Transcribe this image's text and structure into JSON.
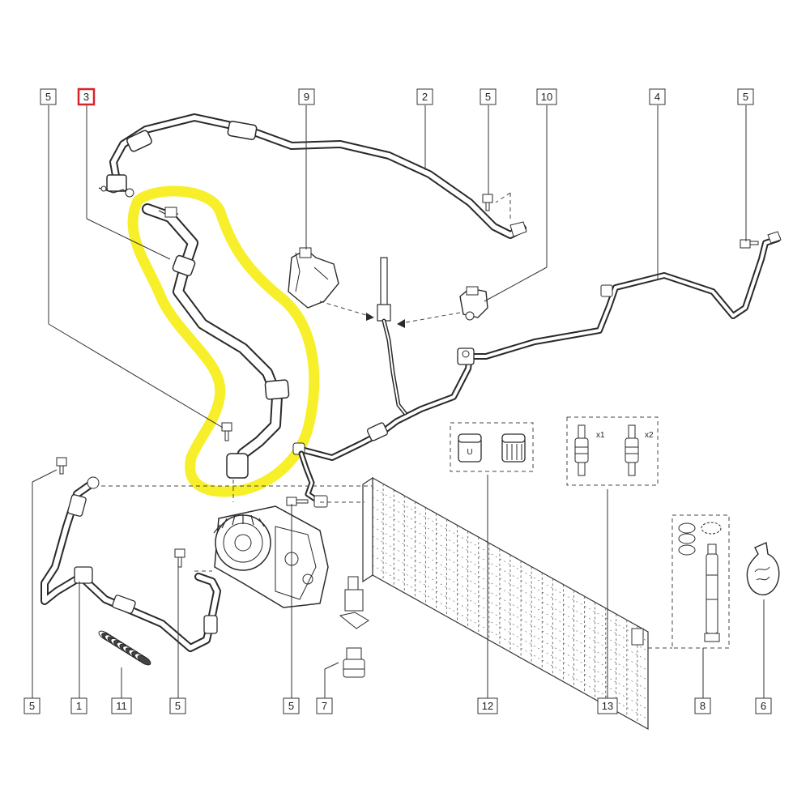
{
  "callouts": {
    "c5a": "5",
    "c3": "3",
    "c9": "9",
    "c2": "2",
    "c5b": "5",
    "c10": "10",
    "c4": "4",
    "c5c": "5",
    "c5d": "5",
    "c1": "1",
    "c11": "11",
    "c5e": "5",
    "c5f": "5",
    "c7": "7",
    "c12": "12",
    "c13": "13",
    "c8": "8",
    "c6": "6"
  },
  "quantities": {
    "q1": "x1",
    "q2": "x2"
  },
  "colors": {
    "highlight": "#f7ee1e",
    "selected_callout": "#d8232a",
    "ink": "#2a2a2a"
  },
  "highlighted_part": "3"
}
